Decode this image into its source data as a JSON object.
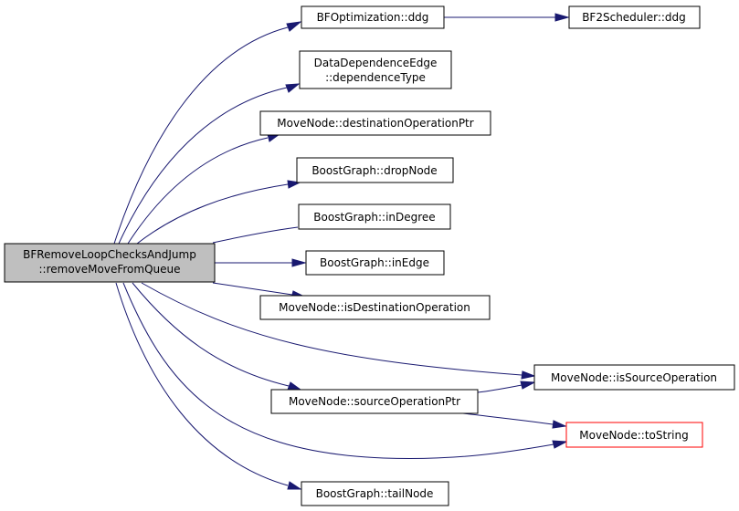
{
  "nodes": {
    "root": [
      "BFRemoveLoopChecksAndJump",
      "::removeMoveFromQueue"
    ],
    "bfopt_ddg": [
      "BFOptimization::ddg"
    ],
    "bf2sched_ddg": [
      "BF2Scheduler::ddg"
    ],
    "dde_dependence_type": [
      "DataDependenceEdge",
      "::dependenceType"
    ],
    "movenode_dest_op_ptr": [
      "MoveNode::destinationOperationPtr"
    ],
    "boostgraph_drop_node": [
      "BoostGraph::dropNode"
    ],
    "boostgraph_in_degree": [
      "BoostGraph::inDegree"
    ],
    "boostgraph_in_edge": [
      "BoostGraph::inEdge"
    ],
    "movenode_is_dest_op": [
      "MoveNode::isDestinationOperation"
    ],
    "movenode_is_source_op": [
      "MoveNode::isSourceOperation"
    ],
    "movenode_source_op_ptr": [
      "MoveNode::sourceOperationPtr"
    ],
    "movenode_to_string": [
      "MoveNode::toString"
    ],
    "boostgraph_tail_node": [
      "BoostGraph::tailNode"
    ]
  },
  "colors": {
    "edge": "#191970",
    "root_fill": "#bfbfbf",
    "highlight_border": "#ff0000"
  }
}
